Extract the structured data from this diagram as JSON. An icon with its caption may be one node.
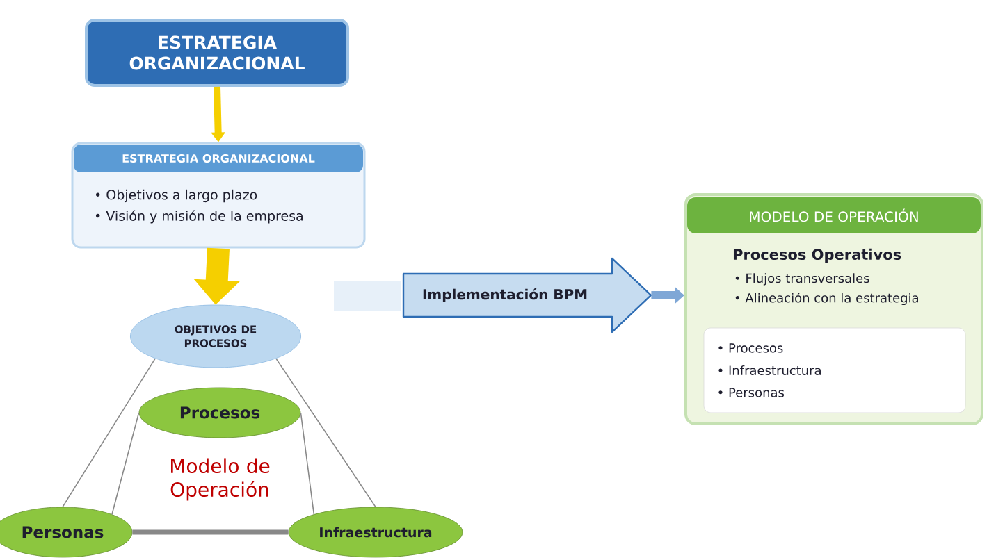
{
  "diagram": {
    "nodes": [
      {
        "text": [
          "ESTRATEGIA ORGANIZACIONAL"
        ]
      },
      {
        "text": [
          "ESTRATEGIA ORGANIZACIONAL",
          "• Objetivos a largo plazo",
          "• Visión y misión de la empresa"
        ]
      },
      {
        "text": [
          "OBJETIVOS DE PROCESOS"
        ]
      },
      {
        "text": [
          "Procesos"
        ]
      },
      {
        "text": [
          "Personas"
        ]
      },
      {
        "text": [
          "Infraestructura"
        ]
      },
      {
        "text": [
          "Implementación BPM"
        ]
      },
      {
        "text": [
          "MODELO DE OPERACIÓN",
          "Procesos Operativos",
          "• Flujos transversales",
          "• Alineación con la estrategia"
        ]
      },
      {
        "text": [
          "• Procesos",
          "• Infraestructura",
          "• Personas"
        ],
        "in": 7
      }
    ],
    "edges": [
      {
        "from": 0,
        "to": 1,
        "arrow": "to",
        "style": "thick",
        "color": "#f5cf00"
      },
      {
        "from": 1,
        "to": 2,
        "arrow": "to",
        "style": "thick",
        "color": "#f5cf00"
      },
      {
        "from": 2,
        "to": 4,
        "arrow": "none"
      },
      {
        "from": 2,
        "to": 5,
        "arrow": "none"
      },
      {
        "from": 3,
        "to": 4,
        "arrow": "none"
      },
      {
        "from": 3,
        "to": 5,
        "arrow": "none"
      },
      {
        "from": 4,
        "to": 5,
        "arrow": "none",
        "style": "thick"
      },
      {
        "from": 6,
        "to": 7,
        "arrow": "to",
        "style": "thick",
        "color": "#7fa7d6"
      }
    ],
    "labels": [
      "Modelo de Operación"
    ]
  }
}
